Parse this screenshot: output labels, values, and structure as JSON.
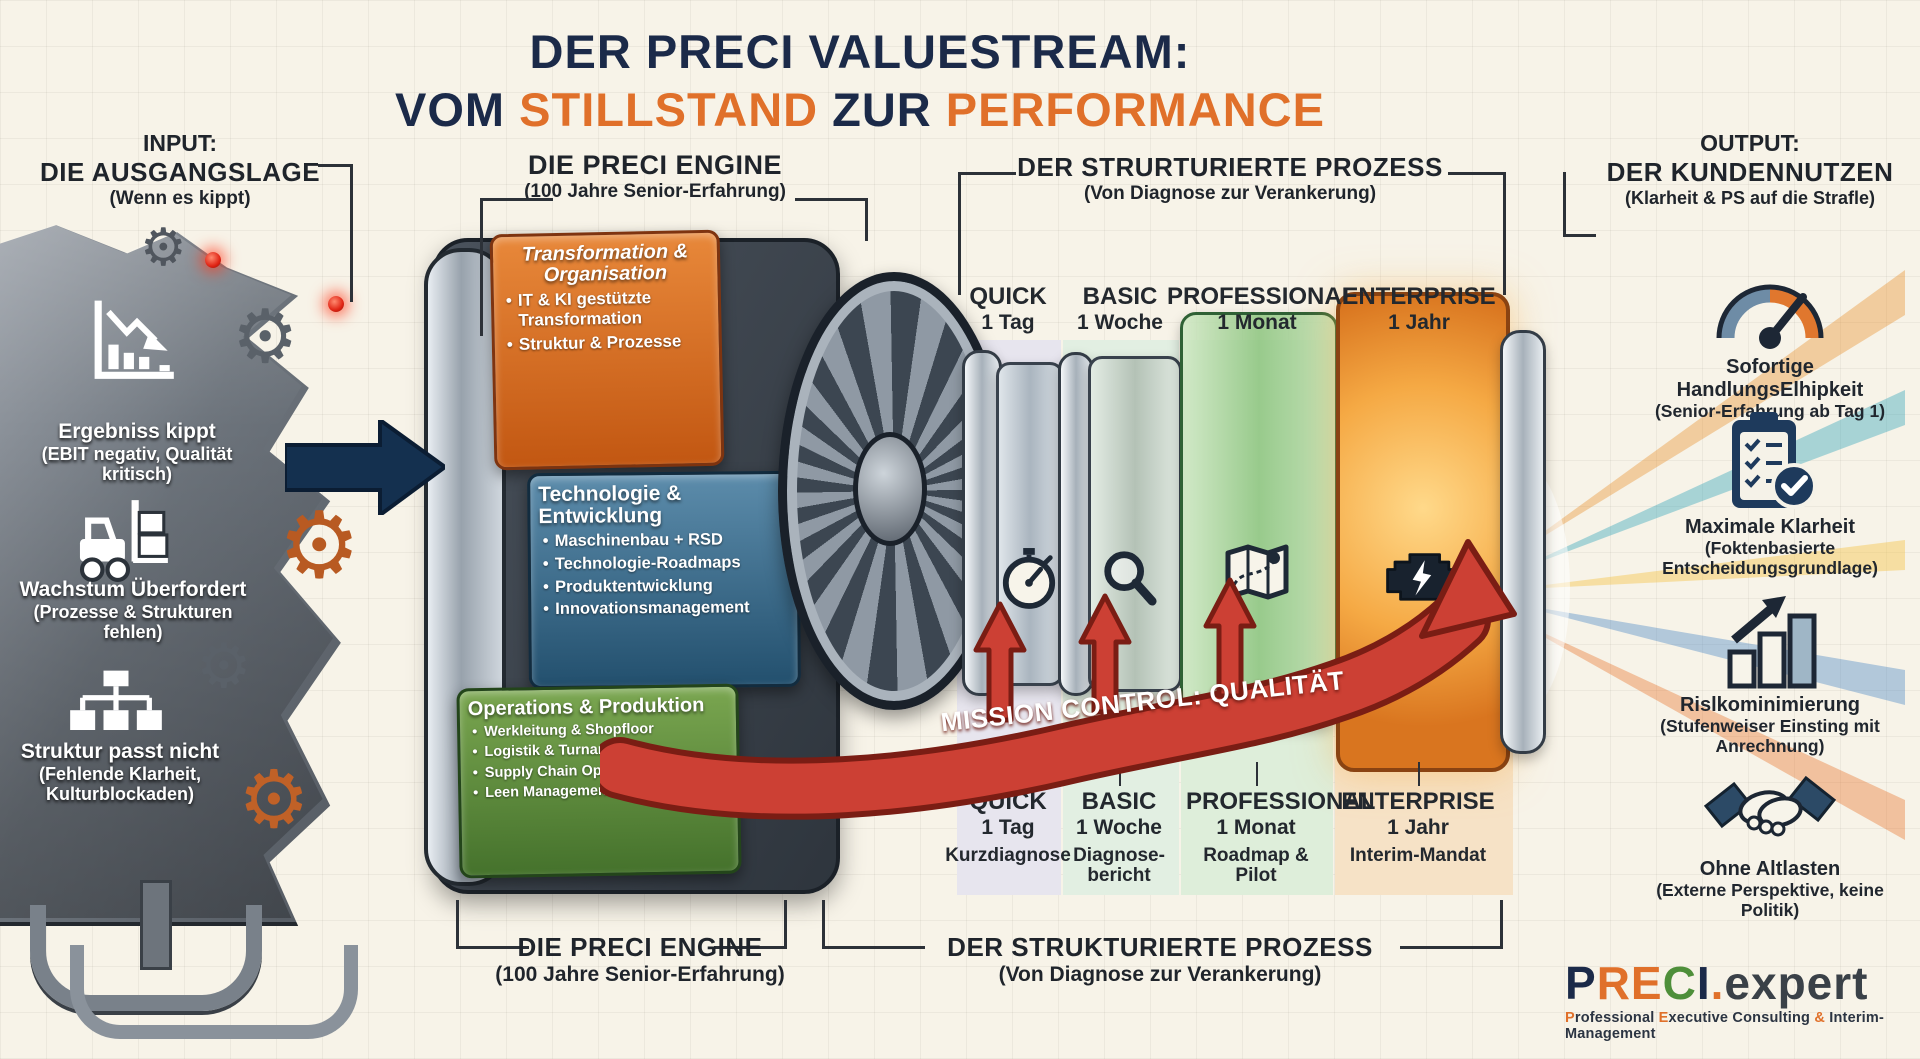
{
  "title": {
    "line1": "DER PRECI VALUESTREAM:",
    "line2": {
      "part1": "VOM ",
      "highlight1": "STILLSTAND",
      "part2": " ZUR ",
      "highlight2": "PERFORMANCE"
    }
  },
  "colors": {
    "navy": "#1b2a49",
    "orange": "#e0702a",
    "green": "#4e8f3a",
    "ribbon_red": "#cc4034",
    "machine_gray": "#6d747c"
  },
  "input_section": {
    "label": "INPUT:",
    "sublabel": "DIE AUSGANGSLAGE",
    "note": "(Wenn es kippt)",
    "items": [
      {
        "icon": "declining-chart-icon",
        "title": "Ergebniss kippt",
        "note": "(EBIT negativ, Qualität kritisch)"
      },
      {
        "icon": "forklift-icon",
        "title": "Wachstum Überfordert",
        "note": "(Prozesse & Strukturen fehlen)"
      },
      {
        "icon": "org-chart-icon",
        "title": "Struktur passt nicht",
        "note": "(Fehlende Klarheit, Kulturblockaden)"
      }
    ]
  },
  "engine_section": {
    "top_label": "DIE PRECI ENGINE",
    "top_note": "(100 Jahre Senior-Erfahrung)",
    "bottom_label": "DIE PRECI ENGINE",
    "bottom_note": "(100 Jahre Senior-Erfahrung)",
    "blocks": [
      {
        "title": "Transformation & Organisation",
        "color": "#cf651f",
        "bullets": [
          "IT & KI gestützte Transformation",
          "Struktur & Prozesse"
        ]
      },
      {
        "title": "Technologie & Entwicklung",
        "color": "#2d5f82",
        "bullets": [
          "Maschinenbau + RSD",
          "Technologie-Roadmaps",
          "Produktentwicklung",
          "Innovationsmanagement"
        ]
      },
      {
        "title": "Operations & Produktion",
        "color": "#4d8034",
        "bullets": [
          "Werkleitung & Shopfloor",
          "Logistik & Turnaround",
          "Supply Chain Optimierung",
          "Leen Management"
        ]
      }
    ]
  },
  "process_section": {
    "top_label": "DER STRURTURIERTE PROZESS",
    "top_note": "(Von Diagnose zur Verankerung)",
    "bottom_label": "DER STRUKTURIERTE PROZESS",
    "bottom_note": "(Von Diagnose zur Verankerung)",
    "stages": [
      {
        "name": "QUICK",
        "duration": "1 Tag",
        "deliverable": "Kurzdiagnose",
        "icon": "stopwatch-icon",
        "tint": "#e7e5ee"
      },
      {
        "name": "BASIC",
        "duration": "1 Woche",
        "deliverable": "Diagnose-bericht",
        "icon": "magnifier-icon",
        "tint": "#e2efe2"
      },
      {
        "name": "PROFESSIONAL",
        "duration": "1 Monat",
        "deliverable": "Roadmap & Pilot",
        "icon": "roadmap-icon",
        "tint": "#deeeda"
      },
      {
        "name": "ENTERPRISE",
        "duration": "1 Jahr",
        "deliverable": "Interim-Mandat",
        "icon": "engine-block-icon",
        "tint": "#f6e2c6"
      }
    ]
  },
  "mission_banner": "MISSION CONTROL: QUALITÄT",
  "output_section": {
    "label": "OUTPUT:",
    "sublabel": "DER KUNDENNUTZEN",
    "note": "(Klarheit & PS auf die Strafle)",
    "items": [
      {
        "icon": "speedometer-icon",
        "title": "Sofortige HandlungsElhipkeit",
        "note": "(Senior-Erfahrung ab Tag 1)"
      },
      {
        "icon": "clipboard-check-icon",
        "title": "Maximale Klarheit",
        "note": "(Foktenbasierte Entscheidungsgrundlage)"
      },
      {
        "icon": "growth-chart-icon",
        "title": "Rislkominimierung",
        "note": "(Stufenweiser Einsting mit Anrechnung)"
      },
      {
        "icon": "handshake-icon",
        "title": "Ohne Altlasten",
        "note": "(Externe Perspektive, keine Politik)"
      }
    ]
  },
  "logo": {
    "letters": [
      {
        "ch": "P",
        "color": "#1b2a49"
      },
      {
        "ch": "R",
        "color": "#e0702a"
      },
      {
        "ch": "E",
        "color": "#e0702a"
      },
      {
        "ch": "C",
        "color": "#4e8f3a"
      },
      {
        "ch": "I",
        "color": "#1b2a49"
      },
      {
        "ch": ".",
        "color": "#e0702a"
      }
    ],
    "suffix": "expert",
    "tagline_parts": [
      {
        "t": "P",
        "c": "#e0702a"
      },
      {
        "t": "rofessional ",
        "c": "#2b3442"
      },
      {
        "t": "E",
        "c": "#e0702a"
      },
      {
        "t": "xecutive Consulting ",
        "c": "#2b3442"
      },
      {
        "t": "&",
        "c": "#e0702a"
      },
      {
        "t": " Interim-Management",
        "c": "#2b3442"
      }
    ]
  }
}
